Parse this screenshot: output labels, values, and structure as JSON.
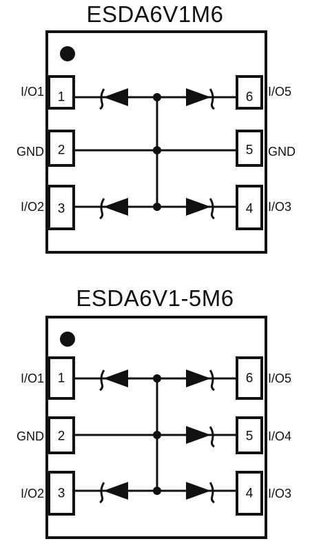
{
  "diagrams": [
    {
      "title": "ESDA6V1M6",
      "pins": [
        {
          "num": "1",
          "label": "I/O1"
        },
        {
          "num": "2",
          "label": "GND"
        },
        {
          "num": "3",
          "label": "I/O2"
        },
        {
          "num": "4",
          "label": "I/O3"
        },
        {
          "num": "5",
          "label": "GND"
        },
        {
          "num": "6",
          "label": "I/O5"
        }
      ]
    },
    {
      "title": "ESDA6V1-5M6",
      "pins": [
        {
          "num": "1",
          "label": "I/O1"
        },
        {
          "num": "2",
          "label": "GND"
        },
        {
          "num": "3",
          "label": "I/O2"
        },
        {
          "num": "4",
          "label": "I/O3"
        },
        {
          "num": "5",
          "label": "I/O4"
        },
        {
          "num": "6",
          "label": "I/O5"
        }
      ]
    }
  ]
}
